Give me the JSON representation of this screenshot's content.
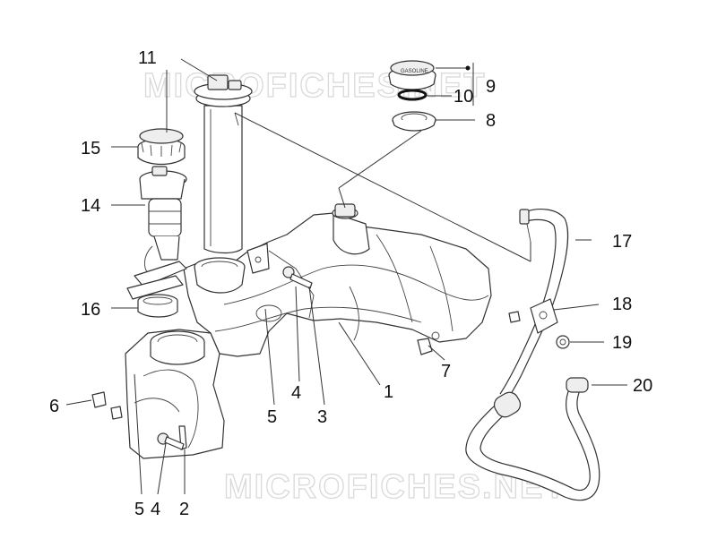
{
  "watermark": {
    "top": "MICROFICHES.NET",
    "bottom": "MICROFICHES.NET"
  },
  "callouts": [
    {
      "id": "c1",
      "label": "1"
    },
    {
      "id": "c2",
      "label": "2"
    },
    {
      "id": "c3",
      "label": "3"
    },
    {
      "id": "c4a",
      "label": "4"
    },
    {
      "id": "c4b",
      "label": "4"
    },
    {
      "id": "c5a",
      "label": "5"
    },
    {
      "id": "c5b",
      "label": "5"
    },
    {
      "id": "c6",
      "label": "6"
    },
    {
      "id": "c7",
      "label": "7"
    },
    {
      "id": "c8",
      "label": "8"
    },
    {
      "id": "c9",
      "label": "9"
    },
    {
      "id": "c10",
      "label": "10"
    },
    {
      "id": "c11",
      "label": "11"
    },
    {
      "id": "c14",
      "label": "14"
    },
    {
      "id": "c15",
      "label": "15"
    },
    {
      "id": "c16",
      "label": "16"
    },
    {
      "id": "c17",
      "label": "17"
    },
    {
      "id": "c18",
      "label": "18"
    },
    {
      "id": "c19",
      "label": "19"
    },
    {
      "id": "c20",
      "label": "20"
    }
  ],
  "cap_text": "GASOLINE",
  "colors": {
    "ink": "#333333",
    "watermark": "#d9d9d9",
    "background": "#ffffff"
  }
}
